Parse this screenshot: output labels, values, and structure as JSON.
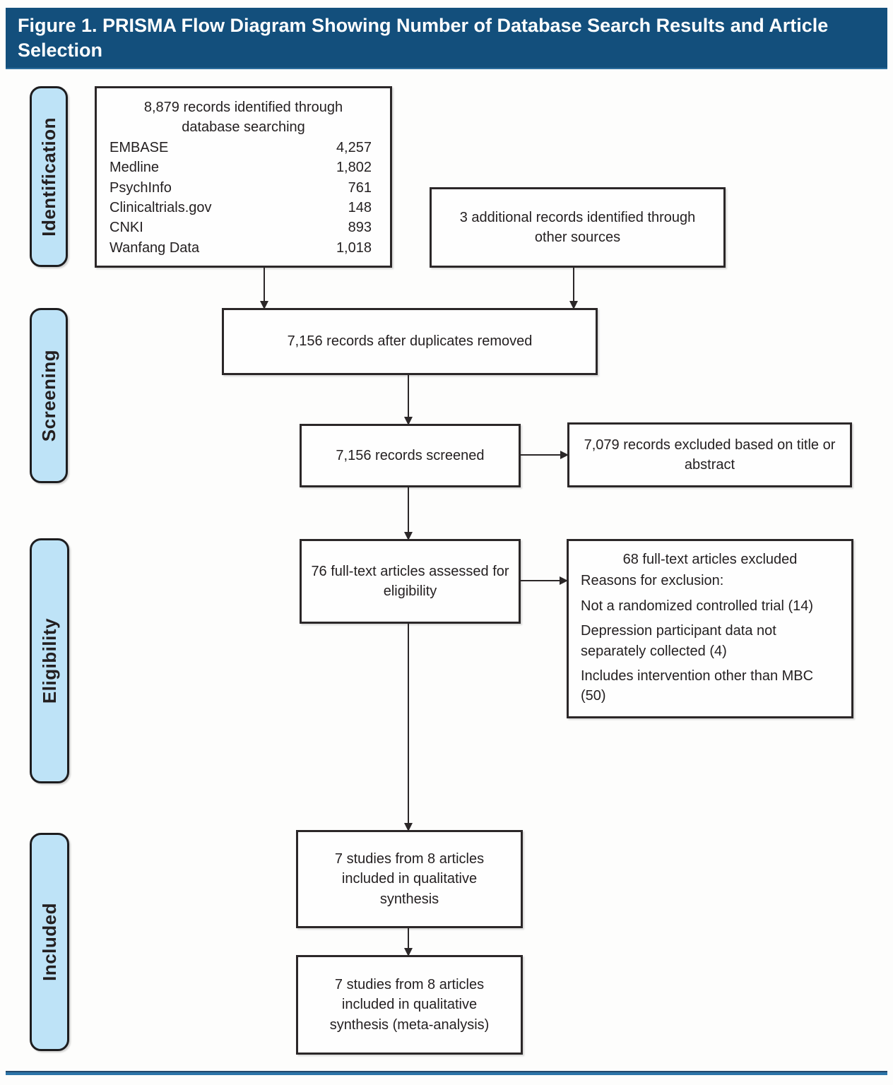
{
  "title": "Figure 1. PRISMA Flow Diagram Showing Number of Database Search Results and Article Selection",
  "stages": {
    "identification": "Identification",
    "screening": "Screening",
    "eligibility": "Eligibility",
    "included": "Included"
  },
  "boxes": {
    "identified": {
      "header_line1": "8,879 records identified through",
      "header_line2": "database searching",
      "databases": [
        {
          "name": "EMBASE",
          "count": "4,257"
        },
        {
          "name": "Medline",
          "count": "1,802"
        },
        {
          "name": "PsychInfo",
          "count": "761"
        },
        {
          "name": "Clinicaltrials.gov",
          "count": "148"
        },
        {
          "name": "CNKI",
          "count": "893"
        },
        {
          "name": "Wanfang Data",
          "count": "1,018"
        }
      ]
    },
    "additional": "3 additional records identified through other sources",
    "after_duplicates": "7,156 records after duplicates removed",
    "screened": "7,156 records screened",
    "excluded_title_abstract": "7,079 records excluded based on title or abstract",
    "fulltext_assessed": "76 full-text articles assessed for eligibility",
    "fulltext_excluded": {
      "title": "68 full-text articles excluded",
      "reasons_label": "Reasons for exclusion:",
      "reasons": [
        "Not a randomized controlled trial (14)",
        "Depression participant data not separately collected (4)",
        "Includes intervention other than MBC (50)"
      ]
    },
    "qualitative_synthesis": "7 studies from 8 articles included in qualitative synthesis",
    "meta_analysis": "7 studies from 8 articles included in qualitative synthesis (meta-analysis)"
  },
  "colors": {
    "header_bg": "#134F7C",
    "stage_fill": "#BEE3F7",
    "box_border": "#2B2728",
    "bottom_rule": "#2C74A8"
  }
}
